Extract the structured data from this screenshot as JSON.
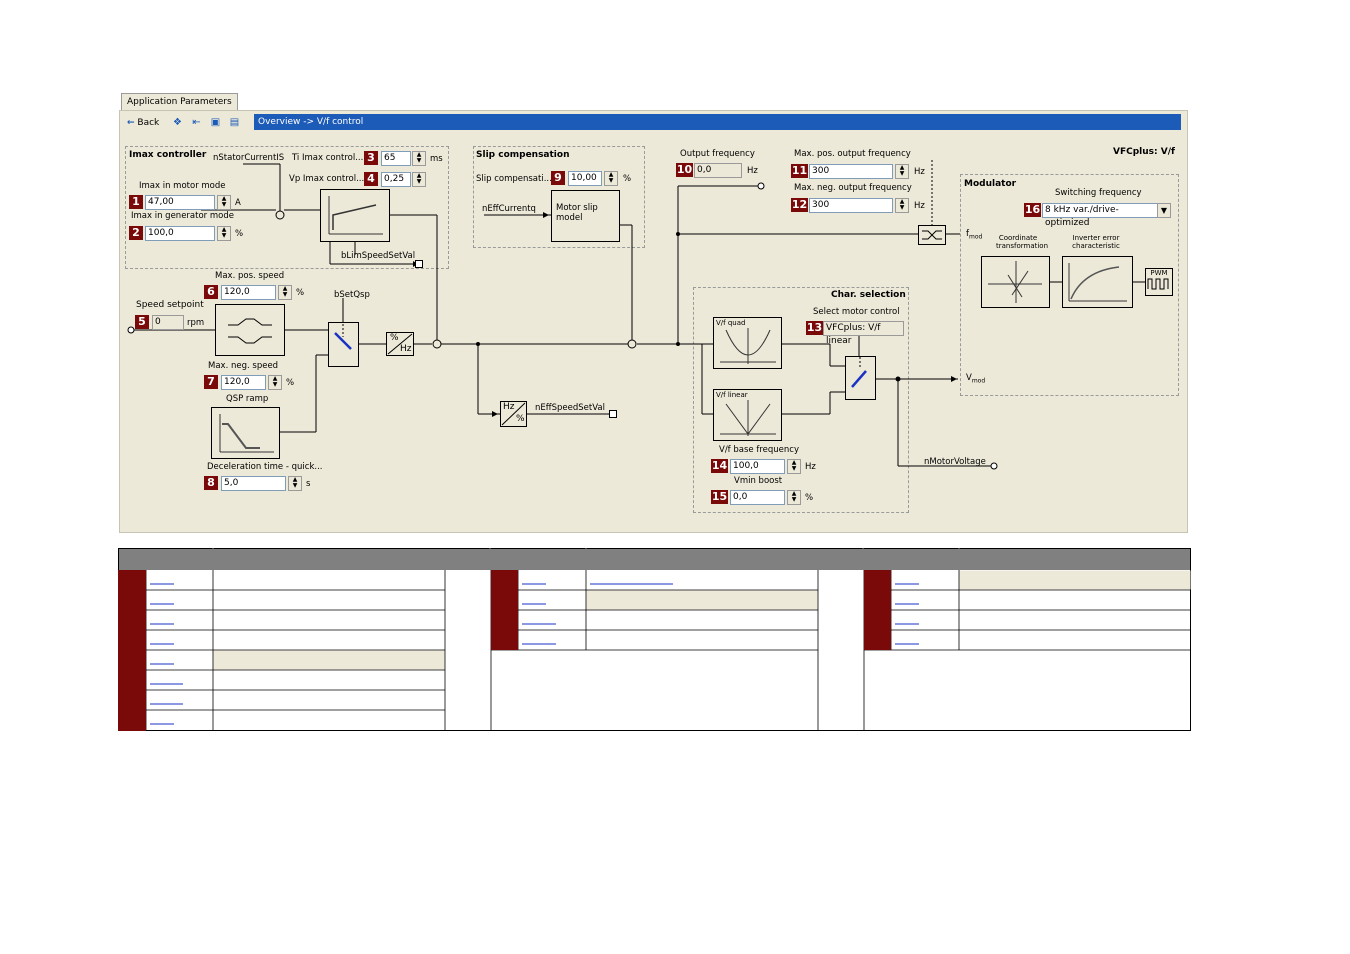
{
  "tab": {
    "label": "Application Parameters"
  },
  "toolbar": {
    "back_label": "Back",
    "breadcrumb": "Overview -> V/f control"
  },
  "header_right": "VFCplus: V/f",
  "imax": {
    "title": "Imax controller",
    "stator_label": "nStatorCurrentIS",
    "motor_label": "Imax in motor mode",
    "motor_value": "47,00",
    "motor_unit": "A",
    "gen_label": "Imax in generator mode",
    "gen_value": "100,0",
    "gen_unit": "%",
    "ti_label": "Ti Imax control...",
    "ti_value": "65",
    "ti_unit": "ms",
    "vp_label": "Vp Imax control...",
    "vp_value": "0,25",
    "blim_label": "bLimSpeedSetVal"
  },
  "slip": {
    "title": "Slip compensation",
    "comp_label": "Slip compensati...",
    "comp_value": "10,00",
    "comp_unit": "%",
    "neff_label": "nEffCurrentq",
    "model_label": "Motor slip model"
  },
  "output": {
    "freq_label": "Output frequency",
    "freq_value": "0,0",
    "freq_unit": "Hz",
    "maxpos_label": "Max. pos. output frequency",
    "maxpos_value": "300",
    "maxpos_unit": "Hz",
    "maxneg_label": "Max. neg. output frequency",
    "maxneg_value": "300",
    "maxneg_unit": "Hz"
  },
  "modulator": {
    "title": "Modulator",
    "sw_label": "Switching frequency",
    "sw_value": "8 kHz var./drive-optimized",
    "coord_label": "Coordinate transformation",
    "inv_label": "Inverter error characteristic",
    "pwm_label": "PWM",
    "fmod": "f",
    "fmod_sub": "mod",
    "vmod": "V",
    "vmod_sub": "mod"
  },
  "speed": {
    "maxpos_label": "Max. pos. speed",
    "maxpos_value": "120,0",
    "maxpos_unit": "%",
    "setpoint_label": "Speed setpoint",
    "setpoint_value": "0",
    "setpoint_unit": "rpm",
    "maxneg_label": "Max. neg. speed",
    "maxneg_value": "120,0",
    "maxneg_unit": "%",
    "qsp_label": "QSP ramp",
    "decel_label": "Deceleration time - quick...",
    "decel_value": "5,0",
    "decel_unit": "s",
    "bsetqsp": "bSetQsp",
    "neff_speed": "nEffSpeedSetVal",
    "hz_pct_top": "%",
    "hz_pct_bottom": "Hz",
    "hz2_top": "Hz",
    "hz2_bottom": "%"
  },
  "char": {
    "title": "Char. selection",
    "select_label": "Select motor control",
    "select_value": "VFCplus: V/f linear",
    "quad_label": "V/f quad",
    "linear_label": "V/f linear",
    "base_label": "V/f base frequency",
    "base_value": "100,0",
    "base_unit": "Hz",
    "vmin_label": "Vmin boost",
    "vmin_value": "0,0",
    "vmin_unit": "%",
    "motor_voltage": "nMotorVoltage"
  },
  "badges": [
    "1",
    "2",
    "3",
    "4",
    "5",
    "6",
    "7",
    "8",
    "9",
    "10",
    "11",
    "12",
    "13",
    "14",
    "15",
    "16"
  ],
  "colors": {
    "badge": "#7a0a0a",
    "title_bar": "#1c5bb8",
    "panel": "#ece9d8",
    "table_head": "#808080",
    "link": "#1a33c4"
  }
}
